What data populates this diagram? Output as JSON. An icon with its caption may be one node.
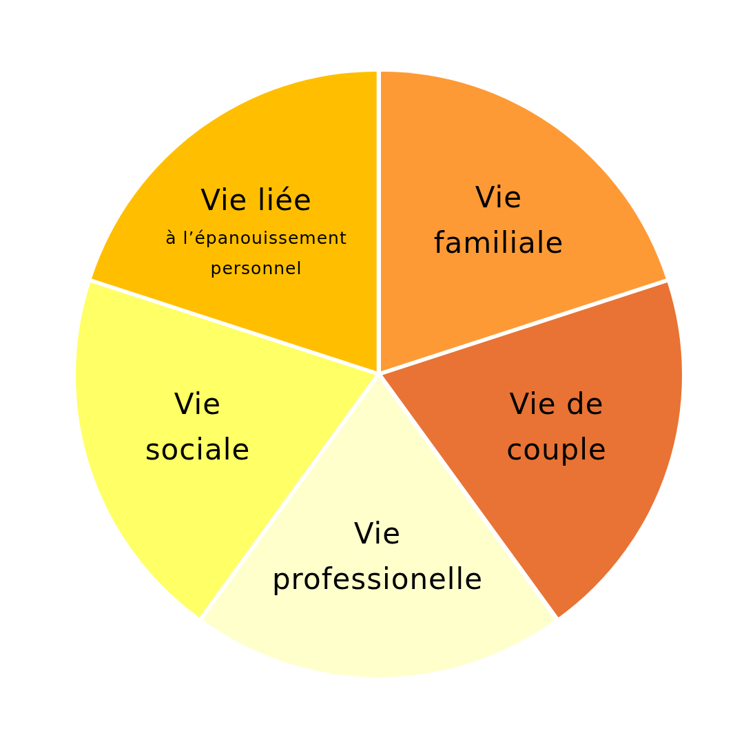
{
  "diagram": {
    "nodes": [
      {
        "text": [
          "Vie liée",
          "à l’épanouissement personnel"
        ]
      },
      {
        "text": [
          "Vie familiale"
        ]
      },
      {
        "text": [
          "Vie sociale"
        ]
      },
      {
        "text": [
          "Vie de couple"
        ]
      },
      {
        "text": [
          "Vie professionelle"
        ]
      }
    ]
  }
}
